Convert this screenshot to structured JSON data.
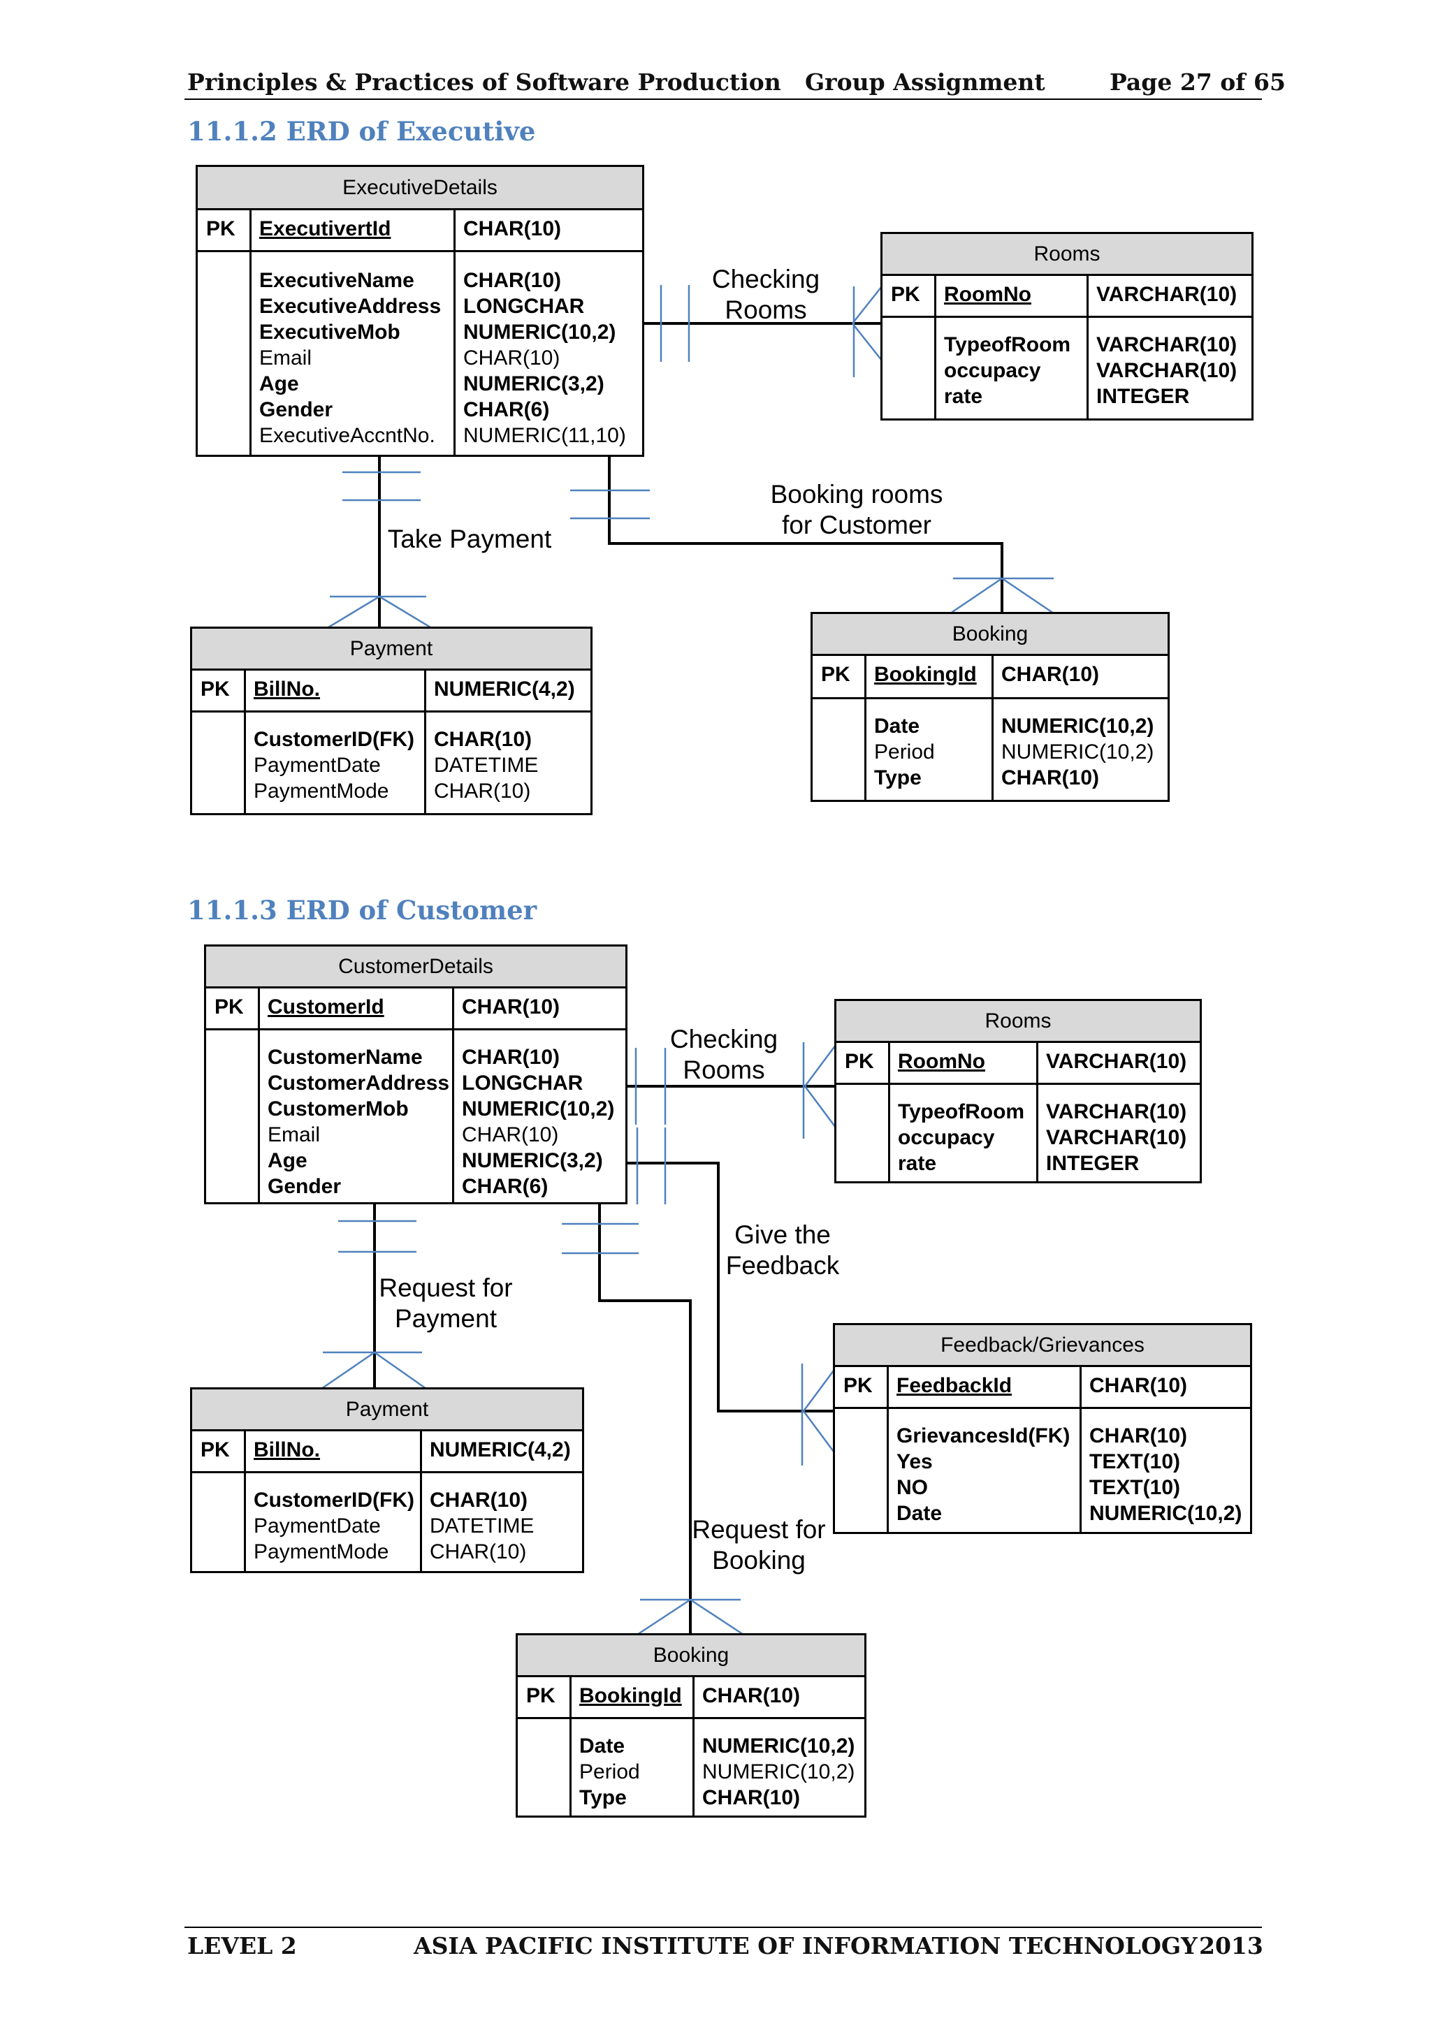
{
  "header": {
    "course": "Principles & Practices of Software Production",
    "assignment": "Group Assignment",
    "page": "Page 27 of 65"
  },
  "footer": {
    "level": "LEVEL 2",
    "institute": "ASIA PACIFIC INSTITUTE OF INFORMATION TECHNOLOGY",
    "year": "2013"
  },
  "colors": {
    "heading": "#4f81bd",
    "connector": "#4f81bd",
    "entity_header": "#d9d9d9"
  },
  "exec_section": {
    "heading": "11.1.2 ERD of Executive",
    "executive": {
      "title": "ExecutiveDetails",
      "pk": "PK",
      "pk_name": "ExecutivertId",
      "pk_type": "CHAR(10)",
      "attrs": [
        {
          "name": "ExecutiveName",
          "type": "CHAR(10)",
          "bold": true
        },
        {
          "name": "ExecutiveAddress",
          "type": "LONGCHAR",
          "bold": true
        },
        {
          "name": "ExecutiveMob",
          "type": "NUMERIC(10,2)",
          "bold": true
        },
        {
          "name": "Email",
          "type": "CHAR(10)",
          "bold": false
        },
        {
          "name": "Age",
          "type": "NUMERIC(3,2)",
          "bold": true
        },
        {
          "name": "Gender",
          "type": "CHAR(6)",
          "bold": true
        },
        {
          "name": "ExecutiveAccntNo.",
          "type": "NUMERIC(11,10)",
          "bold": false
        }
      ]
    },
    "rooms": {
      "title": "Rooms",
      "pk": "PK",
      "pk_name": "RoomNo",
      "pk_type": "VARCHAR(10)",
      "attrs": [
        {
          "name": "TypeofRoom",
          "type": "VARCHAR(10)",
          "bold": true
        },
        {
          "name": "occupacy",
          "type": "VARCHAR(10)",
          "bold": true
        },
        {
          "name": "rate",
          "type": "INTEGER",
          "bold": true
        }
      ]
    },
    "payment": {
      "title": "Payment",
      "pk": "PK",
      "pk_name": "BillNo.",
      "pk_type": "NUMERIC(4,2)",
      "attrs": [
        {
          "name": "CustomerID(FK)",
          "type": "CHAR(10)",
          "bold": true
        },
        {
          "name": "PaymentDate",
          "type": "DATETIME",
          "bold": false
        },
        {
          "name": "PaymentMode",
          "type": "CHAR(10)",
          "bold": false
        }
      ]
    },
    "booking": {
      "title": "Booking",
      "pk": "PK",
      "pk_name": "BookingId",
      "pk_type": "CHAR(10)",
      "attrs": [
        {
          "name": "Date",
          "type": "NUMERIC(10,2)",
          "bold": true
        },
        {
          "name": "Period",
          "type": "NUMERIC(10,2)",
          "bold": false
        },
        {
          "name": "Type",
          "type": "CHAR(10)",
          "bold": true
        }
      ]
    },
    "rel_checking": [
      "Checking",
      "Rooms"
    ],
    "rel_take_payment": "Take Payment",
    "rel_booking": [
      "Booking rooms",
      "for Customer"
    ]
  },
  "cust_section": {
    "heading": "11.1.3 ERD of Customer",
    "customer": {
      "title": "CustomerDetails",
      "pk": "PK",
      "pk_name": "CustomerId",
      "pk_type": "CHAR(10)",
      "attrs": [
        {
          "name": "CustomerName",
          "type": "CHAR(10)",
          "bold": true
        },
        {
          "name": "CustomerAddress",
          "type": "LONGCHAR",
          "bold": true
        },
        {
          "name": "CustomerMob",
          "type": "NUMERIC(10,2)",
          "bold": true
        },
        {
          "name": "Email",
          "type": "CHAR(10)",
          "bold": false
        },
        {
          "name": "Age",
          "type": "NUMERIC(3,2)",
          "bold": true
        },
        {
          "name": "Gender",
          "type": "CHAR(6)",
          "bold": true
        }
      ]
    },
    "rooms": {
      "title": "Rooms",
      "pk": "PK",
      "pk_name": "RoomNo",
      "pk_type": "VARCHAR(10)",
      "attrs": [
        {
          "name": "TypeofRoom",
          "type": "VARCHAR(10)",
          "bold": true
        },
        {
          "name": "occupacy",
          "type": "VARCHAR(10)",
          "bold": true
        },
        {
          "name": "rate",
          "type": "INTEGER",
          "bold": true
        }
      ]
    },
    "feedback": {
      "title": "Feedback/Grievances",
      "pk": "PK",
      "pk_name": "FeedbackId",
      "pk_type": "CHAR(10)",
      "attrs": [
        {
          "name": "GrievancesId(FK)",
          "type": "CHAR(10)",
          "bold": true
        },
        {
          "name": "Yes",
          "type": "TEXT(10)",
          "bold": true
        },
        {
          "name": "NO",
          "type": "TEXT(10)",
          "bold": true
        },
        {
          "name": "Date",
          "type": "NUMERIC(10,2)",
          "bold": true
        }
      ]
    },
    "payment": {
      "title": "Payment",
      "pk": "PK",
      "pk_name": "BillNo.",
      "pk_type": "NUMERIC(4,2)",
      "attrs": [
        {
          "name": "CustomerID(FK)",
          "type": "CHAR(10)",
          "bold": true
        },
        {
          "name": "PaymentDate",
          "type": "DATETIME",
          "bold": false
        },
        {
          "name": "PaymentMode",
          "type": "CHAR(10)",
          "bold": false
        }
      ]
    },
    "booking": {
      "title": "Booking",
      "pk": "PK",
      "pk_name": "BookingId",
      "pk_type": "CHAR(10)",
      "attrs": [
        {
          "name": "Date",
          "type": "NUMERIC(10,2)",
          "bold": true
        },
        {
          "name": "Period",
          "type": "NUMERIC(10,2)",
          "bold": false
        },
        {
          "name": "Type",
          "type": "CHAR(10)",
          "bold": true
        }
      ]
    },
    "rel_checking": [
      "Checking",
      "Rooms"
    ],
    "rel_feedback": [
      "Give the",
      "Feedback"
    ],
    "rel_payment": [
      "Request for",
      "Payment"
    ],
    "rel_booking": [
      "Request for",
      "Booking"
    ]
  }
}
